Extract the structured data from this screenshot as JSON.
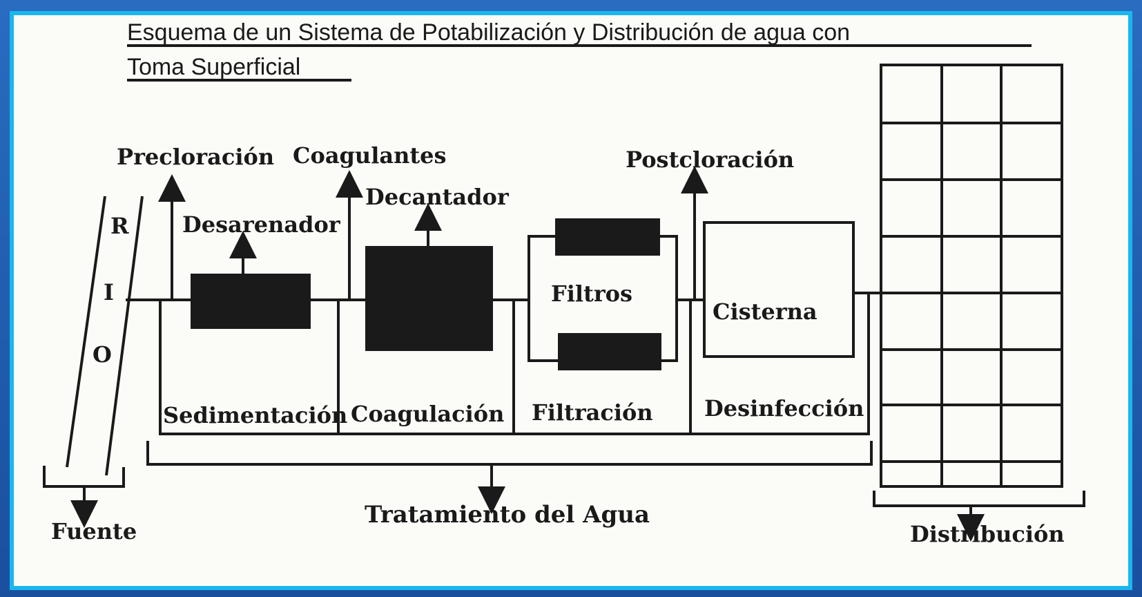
{
  "title": {
    "line1": "Esquema de un Sistema de Potabilización y Distribución de agua con",
    "line2": "Toma Superficial"
  },
  "labels": {
    "precloracion": "Precloración",
    "coagulantes": "Coagulantes",
    "postcloracion": "Postcloración",
    "desarenador": "Desarenador",
    "decantador": "Decantador",
    "filtros": "Filtros",
    "cisterna": "Cisterna",
    "sedimentacion": "Sedimentación",
    "coagulacion": "Coagulación",
    "filtracion": "Filtración",
    "desinfeccion": "Desinfección",
    "fuente": "Fuente",
    "tratamiento": "Tratamiento del Agua",
    "distribucion": "Distribución"
  },
  "river_letters": [
    "R",
    "I",
    "O"
  ],
  "colors": {
    "ink": "#1a1a1a",
    "paper": "#fbfbf8",
    "frame": "#19b7ee",
    "background": "#1e5fb0"
  }
}
